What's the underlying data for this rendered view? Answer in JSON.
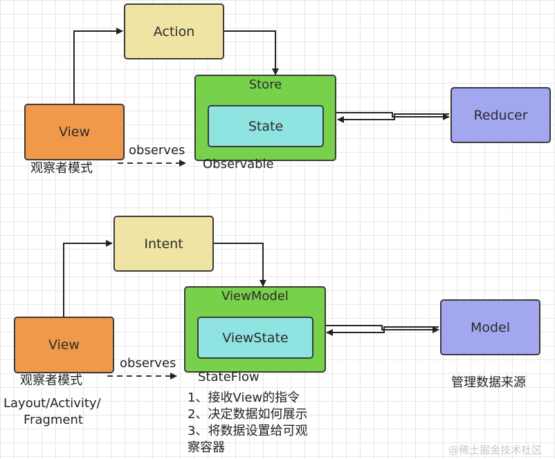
{
  "top": {
    "action": "Action",
    "store": "Store",
    "state": "State",
    "view": "View",
    "reducer": "Reducer",
    "observer_label": "观察者模式",
    "observes": "observes",
    "observable": "Observable"
  },
  "bottom": {
    "intent": "Intent",
    "viewmodel": "ViewModel",
    "viewstate": "ViewState",
    "view": "View",
    "model": "Model",
    "observer_label": "观察者模式",
    "observes": "observes",
    "stateflow": "StateFlow",
    "view_roles": [
      "Layout/Activity/",
      "Fragment"
    ],
    "stateflow_notes": [
      "1、接收View的指令",
      "2、决定数据如何展示",
      "3、将数据设置给可观",
      "察容器"
    ],
    "model_note": "管理数据来源"
  },
  "watermark": "@稀土掘金技术社区",
  "colors": {
    "action": "#f0e4a4",
    "view": "#f0994a",
    "store": "#77d14a",
    "state": "#8fe3e0",
    "reducer": "#a3a7f0"
  }
}
